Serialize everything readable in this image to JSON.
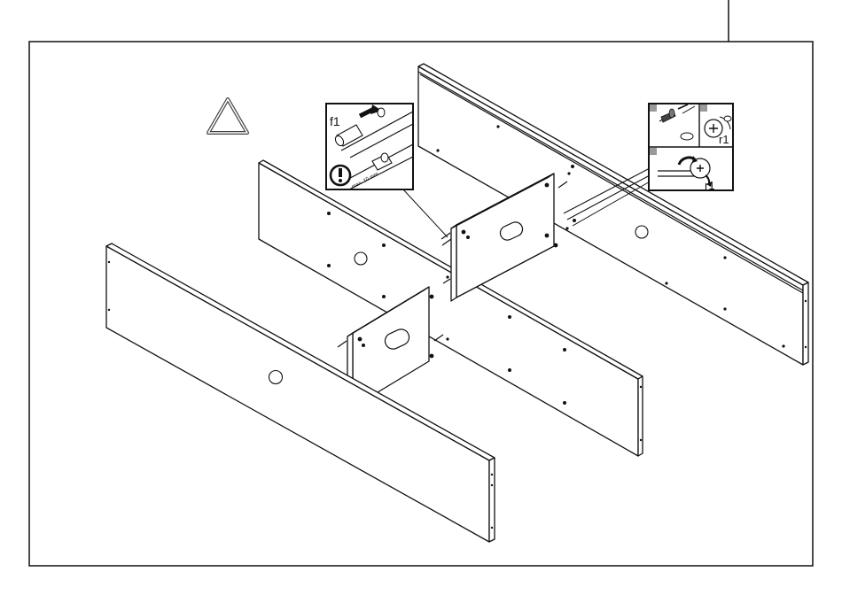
{
  "callouts": {
    "dowel_label": "f1",
    "cam_label_top": "r1",
    "cam_label_bottom": "r1",
    "dowel_box_small_text": "max. 10 mm"
  },
  "icons": {
    "caution": "warning-triangle-icon",
    "notice": "exclamation-circle-icon"
  },
  "colors": {
    "ink": "#111111",
    "paper": "#ffffff",
    "corner_marker": "#9a9a9a"
  }
}
